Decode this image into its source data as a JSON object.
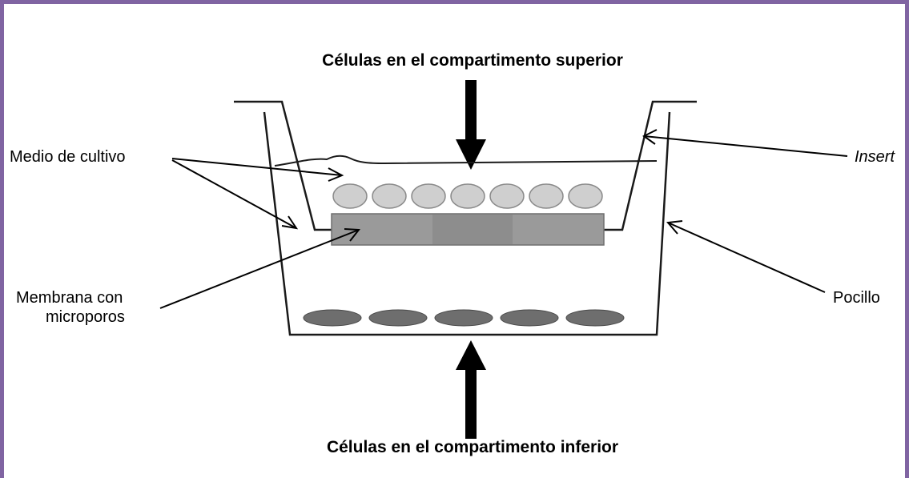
{
  "titles": {
    "top": "Células en el compartimento superior",
    "bottom": "Células en el compartimento inferior"
  },
  "labels": {
    "medio": "Medio de cultivo",
    "membrana_line1": "Membrana con",
    "membrana_line2": "microporos",
    "insert": "Insert",
    "pocillo": "Pocillo"
  },
  "colors": {
    "frame": "#8064a2",
    "upper_cells": "#cfcfcf",
    "lower_cells": "#6e6e6e",
    "membrane": "#9a9a9a"
  },
  "counts": {
    "upper_cells": 7,
    "lower_cells": 5
  }
}
